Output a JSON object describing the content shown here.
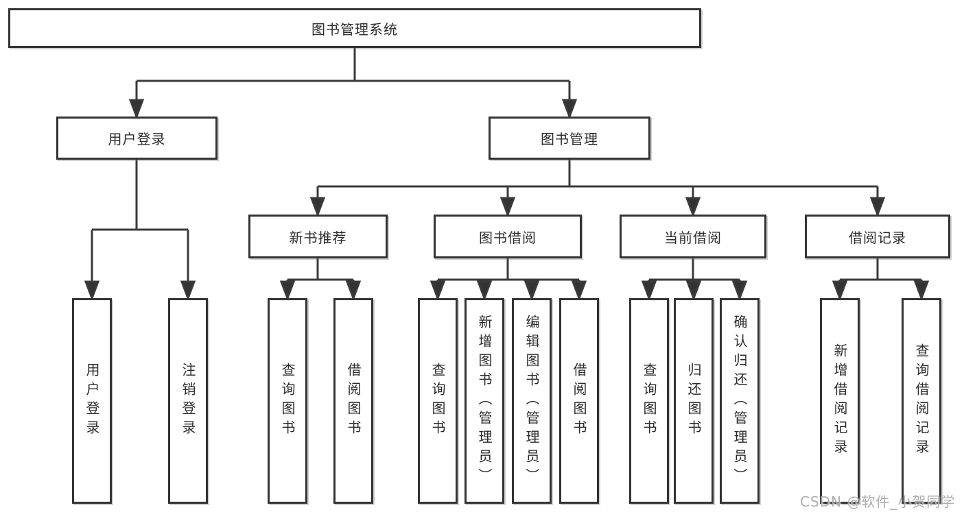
{
  "diagram": {
    "title_node": "图书管理系统",
    "level2": [
      "用户登录",
      "图书管理"
    ],
    "level3": [
      "新书推荐",
      "图书借阅",
      "当前借阅",
      "借阅记录"
    ],
    "leaves": {
      "user_login": [
        "用户登录",
        "注销登录"
      ],
      "new_book": [
        "查询图书",
        "借阅图书"
      ],
      "borrow": [
        "查询图书",
        "新增图书（管理员）",
        "编辑图书（管理员）",
        "借阅图书"
      ],
      "current": [
        "查询图书",
        "归还图书",
        "确认归还（管理员）"
      ],
      "records": [
        "新增借阅记录",
        "查询借阅记录"
      ]
    },
    "colors": {
      "line": "#3a3a3a",
      "box_border": "#333333",
      "background": "#ffffff",
      "watermark_gray": "#aaaaaa"
    }
  },
  "watermark": {
    "text": "CSDN @软件_小贺同学"
  }
}
